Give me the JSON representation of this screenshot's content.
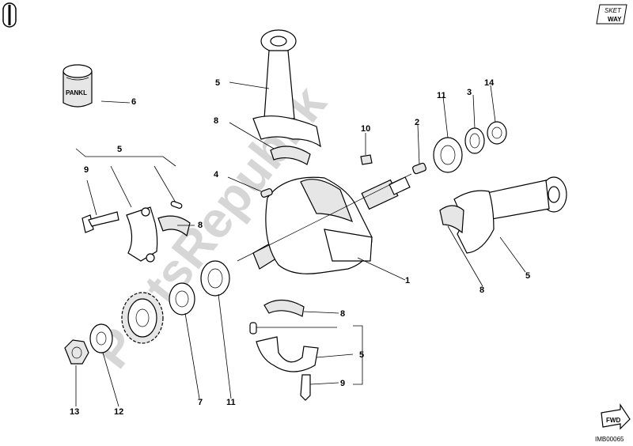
{
  "watermark": "PartsRepublik",
  "logo_text": [
    "SKET",
    "WAY"
  ],
  "drawing_code": "IMB00065",
  "fwd_label": "FWD",
  "callouts": [
    "1",
    "2",
    "3",
    "4",
    "5",
    "5",
    "5",
    "5",
    "6",
    "7",
    "8",
    "8",
    "8",
    "8",
    "9",
    "9",
    "10",
    "11",
    "11",
    "12",
    "13",
    "14"
  ],
  "bearing_label": "PANKL"
}
